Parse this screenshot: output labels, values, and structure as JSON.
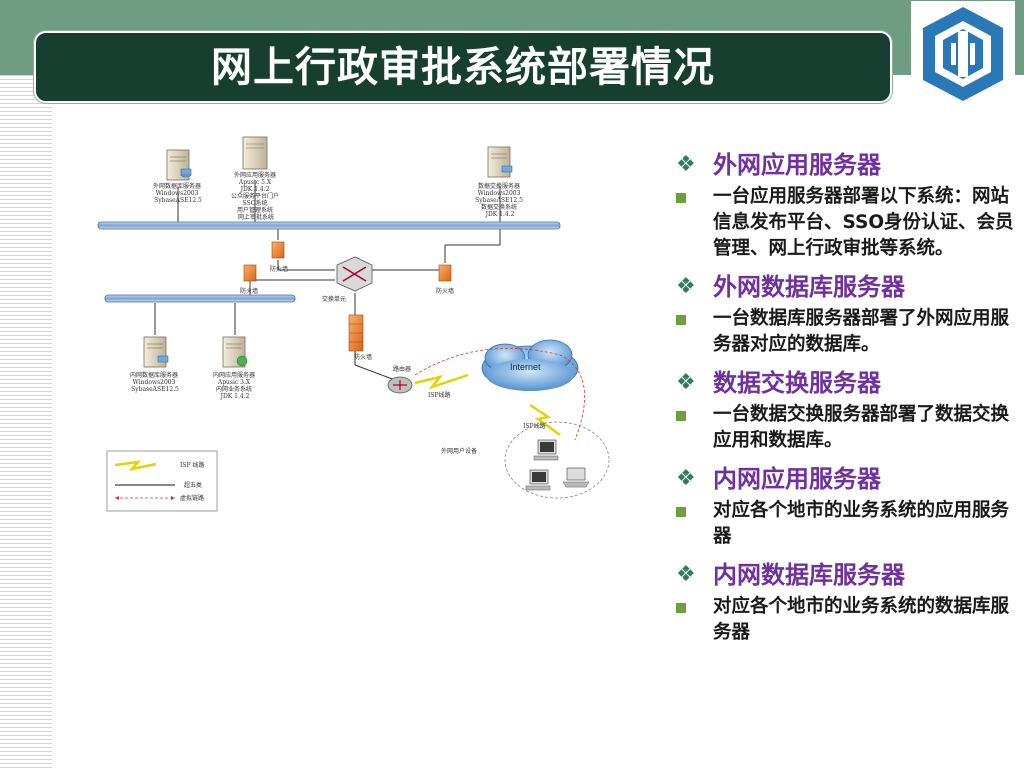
{
  "slide": {
    "title": "网上行政审批系统部署情况"
  },
  "diagram": {
    "server_outer_db": [
      "外网数据库服务器",
      "Windows2003",
      "SybaseASE12.5"
    ],
    "server_outer_app": [
      "外网应用服务器",
      "Apusic 5.X",
      "JDK 1.4.2",
      "公众服务平台门户",
      "SSO系统",
      "用户管理系统",
      "网上审批系统"
    ],
    "server_exchange": [
      "数据交换服务器",
      "Windows2003",
      "SybaseASE12.5",
      "数据交换系统",
      "JDK 1.4.2"
    ],
    "server_inner_db": [
      "内网数据库服务器",
      "Windows2003",
      "SybaseASE12.5"
    ],
    "server_inner_app": [
      "内网应用服务器",
      "Apusic 3.X",
      "内网业务系统",
      "JDK 1.4.2"
    ],
    "firewall_label": "防火墙",
    "switch_label": "交换单元",
    "router_label": "路由器",
    "internet_label": "Internet",
    "isp_label": "ISP线路",
    "users_label": "外网用户设备",
    "legend": {
      "isp": "ISP 线路",
      "cable": "超五类",
      "virtual": "虚拟链路"
    }
  },
  "panel": {
    "items": [
      {
        "heading": "外网应用服务器",
        "text": "一台应用服务器部署以下系统：网站信息发布平台、SSO身份认证、会员管理、网上行政审批等系统。"
      },
      {
        "heading": "外网数据库服务器",
        "text": "一台数据库服务器部署了外网应用服务器对应的数据库。"
      },
      {
        "heading": "数据交换服务器",
        "text": "一台数据交换服务器部署了数据交换应用和数据库。"
      },
      {
        "heading": "内网应用服务器",
        "text": "对应各个地市的业务系统的应用服务器"
      },
      {
        "heading": "内网数据库服务器",
        "text": "对应各个地市的业务系统的数据库服务器"
      }
    ]
  },
  "colors": {
    "band": "#6f9d83",
    "title_bg": "#173f30",
    "heading": "#7030a0",
    "square_bullet": "#6e9f3f",
    "diamond_bullet": "#2e7d5b"
  }
}
